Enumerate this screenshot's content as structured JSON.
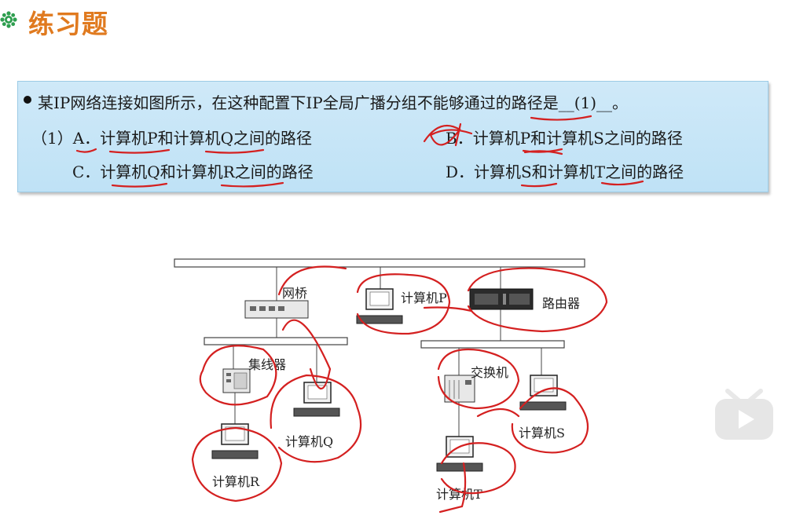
{
  "slide": {
    "title": "练习题"
  },
  "question": {
    "stem": "某IP网络连接如图所示，在这种配置下IP全局广播分组不能够通过的路径是__(1)__。",
    "options": [
      {
        "prefix": "（1）A．",
        "text": "计算机P和计算机Q之间的路径"
      },
      {
        "prefix": "B．",
        "text": "计算机P和计算机S之间的路径"
      },
      {
        "prefix": "C．",
        "text": "计算机Q和计算机R之间的路径"
      },
      {
        "prefix": "D．",
        "text": "计算机S和计算机T之间的路径"
      }
    ]
  },
  "diagram": {
    "labels": {
      "bridge": "网桥",
      "computer_p": "计算机P",
      "router": "路由器",
      "hub": "集线器",
      "switch": "交换机",
      "computer_q": "计算机Q",
      "computer_r": "计算机R",
      "computer_s": "计算机S",
      "computer_t": "计算机T"
    }
  },
  "colors": {
    "title": "#e07a1f",
    "ink": "#d42020",
    "box": "#c6e6f7"
  },
  "icons": {
    "title_icon": "gear-flower-icon",
    "player": "play-button-icon"
  }
}
